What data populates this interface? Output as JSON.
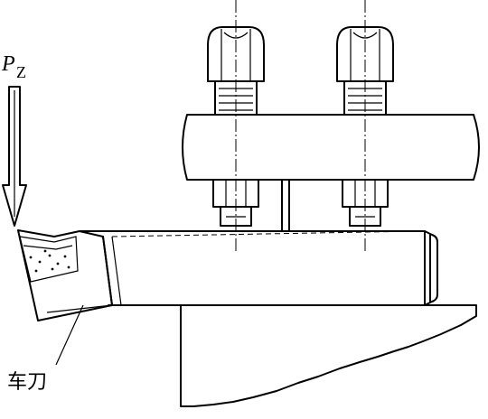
{
  "labels": {
    "force_symbol": "P",
    "force_subscript": "Z",
    "tool_label": "车刀"
  },
  "colors": {
    "stroke": "#000000",
    "background": "#ffffff"
  },
  "icons": {
    "force": "down-arrow",
    "bolt": "hex-head-bolt"
  }
}
